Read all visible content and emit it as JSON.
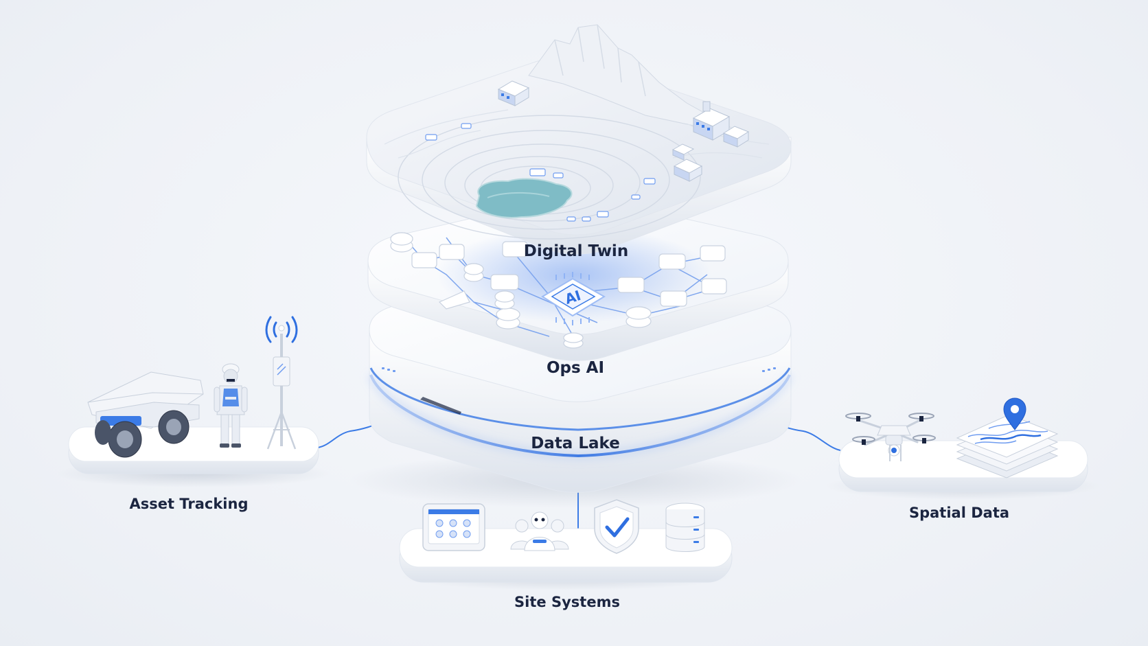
{
  "colors": {
    "background": "#eef1f6",
    "platform": "#ffffff",
    "accent_blue": "#2f6fe0",
    "water": "#7fbcc6",
    "label_text": "#1b2540"
  },
  "layers": {
    "digital_twin": {
      "label": "Digital Twin"
    },
    "ops_ai": {
      "label": "Ops AI",
      "chip_label": "AI"
    },
    "data_lake": {
      "label": "Data Lake"
    }
  },
  "modules": {
    "asset_tracking": {
      "label": "Asset Tracking",
      "icons": [
        "haul-truck-icon",
        "worker-icon",
        "radio-tower-icon"
      ]
    },
    "site_systems": {
      "label": "Site Systems",
      "icons": [
        "dashboard-monitor-icon",
        "team-icon",
        "shield-check-icon",
        "database-icon"
      ]
    },
    "spatial_data": {
      "label": "Spatial Data",
      "icons": [
        "drone-icon",
        "layered-map-icon",
        "location-pin-icon"
      ]
    }
  }
}
